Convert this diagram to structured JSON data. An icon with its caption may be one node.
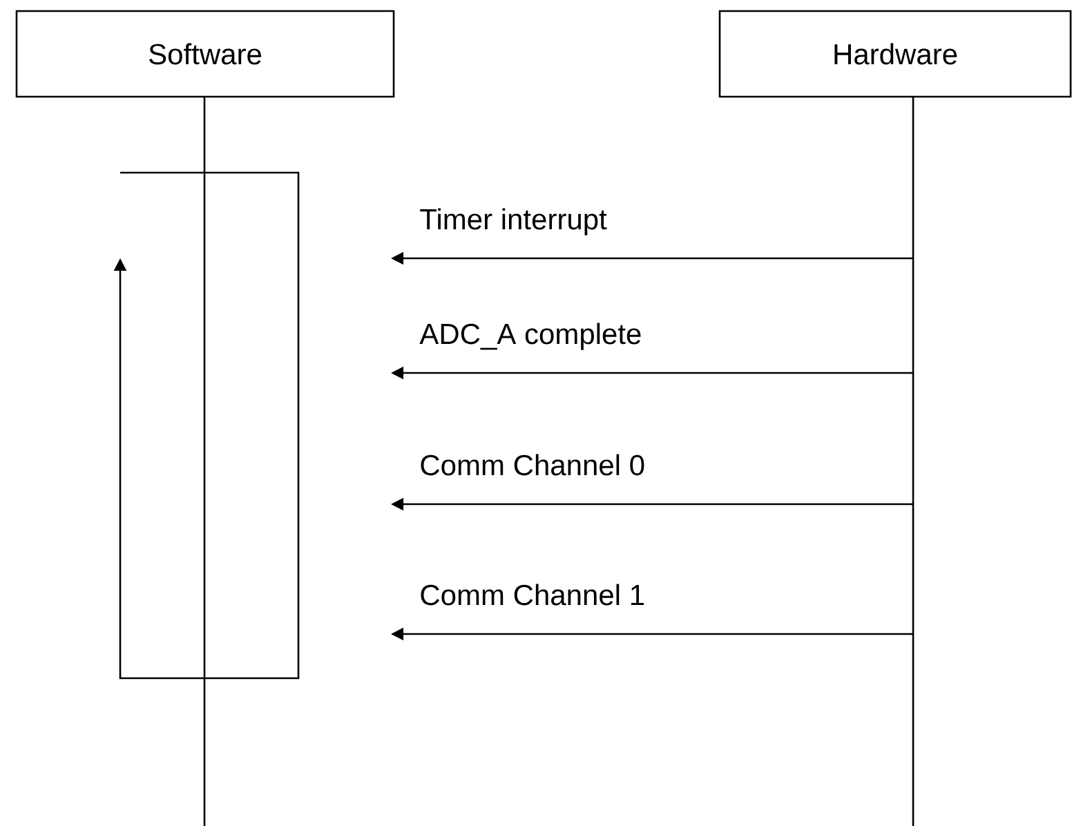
{
  "diagram": {
    "nodes": [
      {
        "text": [
          "Software"
        ]
      },
      {
        "text": [
          "Hardware"
        ]
      }
    ],
    "edges": [
      {
        "from": 1,
        "to": 0,
        "arrow": "to",
        "label": "Timer interrupt"
      },
      {
        "from": 1,
        "to": 0,
        "arrow": "to",
        "label": "ADC_A complete"
      },
      {
        "from": 1,
        "to": 0,
        "arrow": "to",
        "label": "Comm Channel 0"
      },
      {
        "from": 1,
        "to": 0,
        "arrow": "to",
        "label": "Comm Channel 1"
      }
    ]
  }
}
